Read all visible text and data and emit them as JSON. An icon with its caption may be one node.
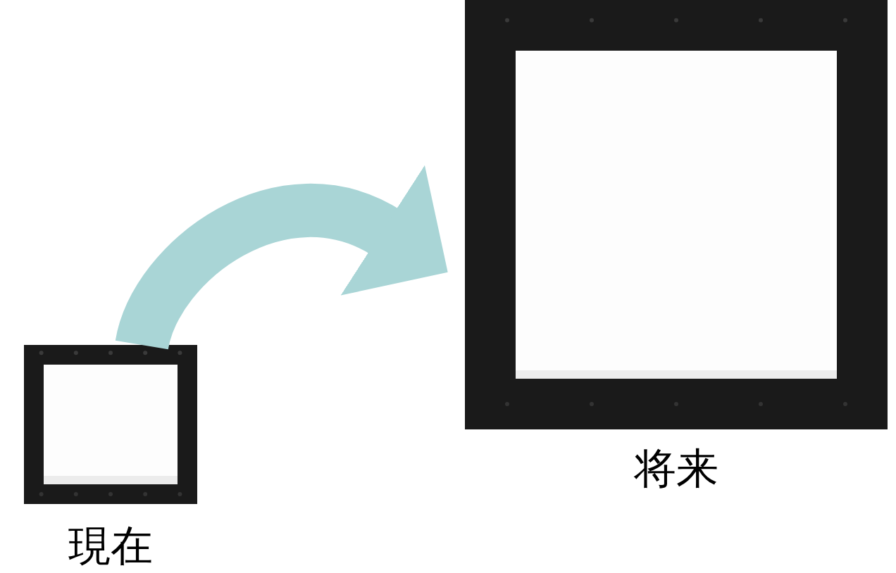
{
  "diagram": {
    "nodes": [
      {
        "text": [],
        "shape": "picture",
        "beside": [
          "現在"
        ]
      },
      {
        "text": [],
        "shape": "picture",
        "beside": [
          "将来"
        ]
      }
    ],
    "edges": [
      {
        "from": 0,
        "to": 1,
        "arrow": "to",
        "color": "#a9d5d6"
      }
    ]
  }
}
